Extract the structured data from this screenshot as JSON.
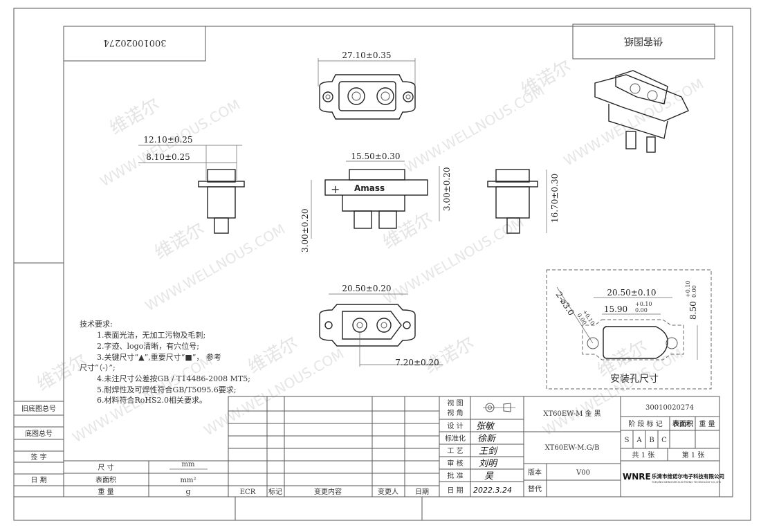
{
  "drawing_number": "30010020274",
  "stamp_upside_down": "供客图纸",
  "watermark": {
    "cn": "维诺尔",
    "url": "WWW.WELLNOUS.COM"
  },
  "logo_text": "Amass",
  "dimensions": {
    "top_width": "27.10±0.35",
    "side_width_outer": "12.10±0.25",
    "side_width_inner": "8.10±0.25",
    "front_width": "15.50±0.30",
    "front_left_height": "3.00±0.20",
    "front_right_height": "3.00±0.20",
    "side_height": "16.70±0.30",
    "bottom_width": "20.50±0.20",
    "bottom_offset": "7.20±0.20"
  },
  "mounting": {
    "title": "安装孔尺寸",
    "hole_spacing": "20.50±0.10",
    "opening_width": "15.90",
    "opening_width_tol_upper": "+0.10",
    "opening_width_tol_lower": "0.00",
    "opening_height": "8.50",
    "opening_height_tol_upper": "+0.10",
    "opening_height_tol_lower": "0.00",
    "hole_dia": "2-⌀3.0",
    "hole_dia_tol_upper": "+0.10",
    "hole_dia_tol_lower": "0.00"
  },
  "tech_requirements": {
    "title": "技术要求:",
    "items": [
      "1.表面光洁，无加工污物及毛刺;",
      "2.字迹、logo清晰，有穴位号;",
      "3.关键尺寸“▲”,重要尺寸“■”， 参考",
      "尺寸“（-）”;",
      "4.未注尺寸公差按GB / T14486-2008 MT5;",
      "5.耐焊性及可焊性符合GB/T5095.6要求;",
      "6.材料符合RoHS2.0相关要求。"
    ]
  },
  "left_strip": [
    "旧底图总号",
    "底图总号",
    "签  字",
    "日  期"
  ],
  "units_table": [
    {
      "label": "尺  寸",
      "unit": "mm"
    },
    {
      "label": "表面积",
      "unit": "mm²"
    },
    {
      "label": "重  量",
      "unit": "g"
    }
  ],
  "change_table_headers": [
    "ECR",
    "标记",
    "变更内容",
    "变更人",
    "日期"
  ],
  "approval": {
    "labels": [
      "视  图",
      "视  角",
      "设  计",
      "标准化",
      "工  艺",
      "审  核",
      "批  准",
      "日  期"
    ],
    "signatures": [
      "张敏",
      "徐新",
      "王剑",
      "刘明",
      "吴",
      "2022.3.24"
    ]
  },
  "title_block": {
    "part_name": "XT60EW-M 金 黑",
    "part_code": "XT60EW-M.G/B",
    "version_label": "版本",
    "version": "V00",
    "replace_label": "替代",
    "number": "30010020274",
    "stage_label": "阶 段 标 记",
    "area_label": "表面积",
    "weight_label": "重 量",
    "stages": [
      "S",
      "A",
      "B",
      "C"
    ],
    "total_sheets": "共  1  张",
    "sheet_no": "第  1  张",
    "company_logo": "WNRE",
    "company_name": "乐清市维诺尔电子科技有限公司",
    "company_name_en": "YUEQING WEINUOER ELECTRONIC TECHNOLOGY CO.,LTD"
  }
}
